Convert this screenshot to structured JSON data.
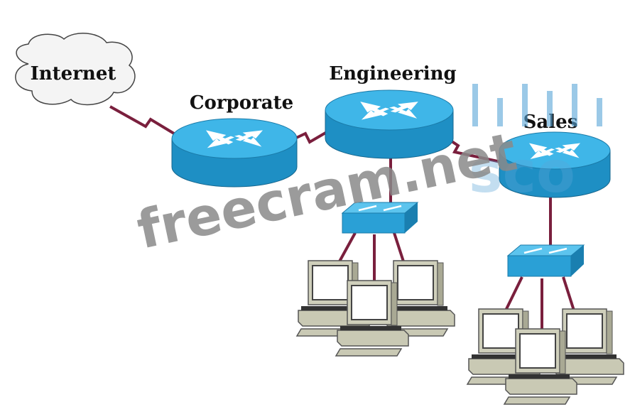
{
  "nodes": {
    "internet": {
      "label": "Internet"
    },
    "corporate": {
      "label": "Corporate"
    },
    "engineering": {
      "label": "Engineering"
    },
    "sales": {
      "label": "Sales"
    }
  },
  "watermark": {
    "text": "freecram.net",
    "logo_text": "sco"
  },
  "colors": {
    "router_top": "#3fb6e8",
    "router_side": "#1e8fc4",
    "link": "#7a1f3d",
    "pc": "#c9c9b4"
  }
}
